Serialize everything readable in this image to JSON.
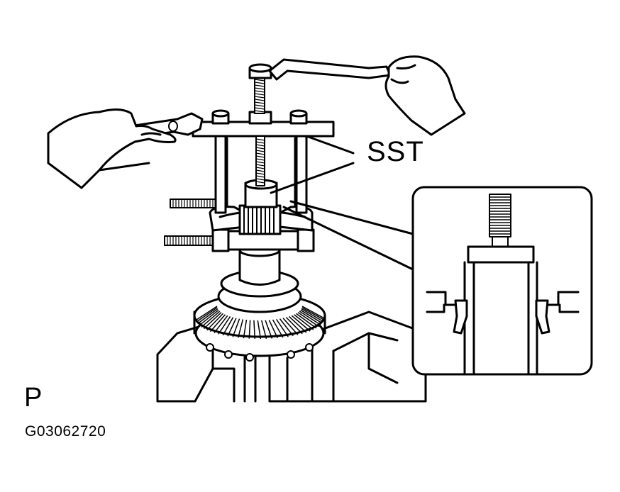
{
  "labels": {
    "sst": "SST",
    "view_code": "P",
    "figure_id": "G03062720"
  },
  "colors": {
    "line": "#000000",
    "background": "#ffffff"
  }
}
